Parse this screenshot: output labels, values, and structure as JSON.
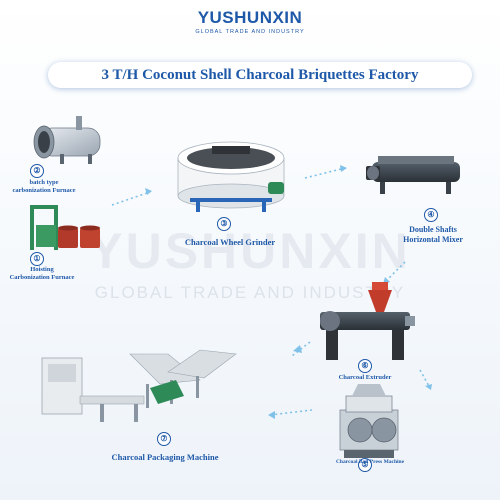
{
  "brand": {
    "name": "YUSHUNXIN",
    "tagline": "GLOBAL TRADE AND INDUSTRY"
  },
  "title": "3 T/H Coconut Shell Charcoal Briquettes Factory",
  "watermark": {
    "main": "YUSHUNXIN",
    "sub": "GLOBAL TRADE AND INDUSTRY"
  },
  "steps": [
    {
      "number": "②",
      "label_lines": [
        "batch type",
        "carbonization Furnace"
      ]
    },
    {
      "number": "①",
      "label_lines": [
        "Hoisting",
        "Carbonization Furnace"
      ]
    },
    {
      "number": "③",
      "label_lines": [
        "Charcoal Wheel Grinder"
      ]
    },
    {
      "number": "④",
      "label_lines": [
        "Double Shafts",
        "Horizontal Mixer"
      ]
    },
    {
      "number": "⑥",
      "label_lines": [
        "Charcoal Extruder"
      ]
    },
    {
      "number": "⑤",
      "label_lines": [
        "Charcoal Ball Press Machine"
      ]
    },
    {
      "number": "⑦",
      "label_lines": [
        "Charcoal Packaging Machine"
      ]
    }
  ],
  "colors": {
    "accent": "#1e58a8",
    "machine_green": "#2e8b57",
    "arrow": "#7fc1e8"
  }
}
